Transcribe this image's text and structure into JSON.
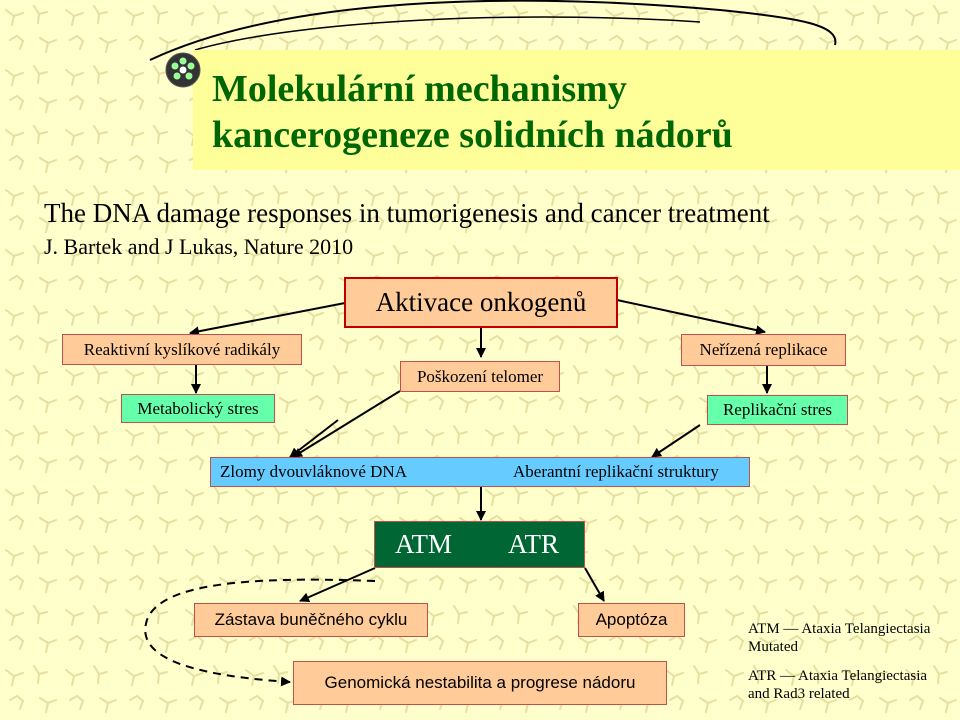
{
  "title": {
    "line1": "Molekulární mechanismy",
    "line2": "kancerogeneze solidních nádorů"
  },
  "subtitle": "The DNA damage responses in tumorigenesis and cancer treatment",
  "authors": "J. Bartek and J Lukas, Nature 2010",
  "nodes": {
    "oncogene_activation": "Aktivace onkogenů",
    "reactive_oxygen": "Reaktivní kyslíkové radikály",
    "metabolic_stress": "Metabolický stres",
    "telomere_damage": "Poškození telomer",
    "unregulated_replication": "Neřízená replikace",
    "replication_stress": "Replikační stres",
    "dsb": "Zlomy dvouvláknové DNA",
    "aberrant_structures": "Aberantní replikační struktury",
    "atm": "ATM",
    "atr": "ATR",
    "cell_cycle_arrest": "Zástava buněčného cyklu",
    "apoptosis": "Apoptóza",
    "genomic_instability": "Genomická nestabilita a progrese nádoru"
  },
  "legend": {
    "atm_line1": "ATM  — Ataxia Telangiectasia",
    "atm_line2": "Mutated",
    "atr_line1": "ATR  — Ataxia Telangiectasia",
    "atr_line2": "and Rad3 related"
  },
  "colors": {
    "title": "#006600",
    "background": "#ffffcc",
    "peach_box": "#ffcc99",
    "green_box": "#66ffaa",
    "blue_box": "#66ccff",
    "dark_box": "#006633",
    "border": "#c0504d"
  }
}
